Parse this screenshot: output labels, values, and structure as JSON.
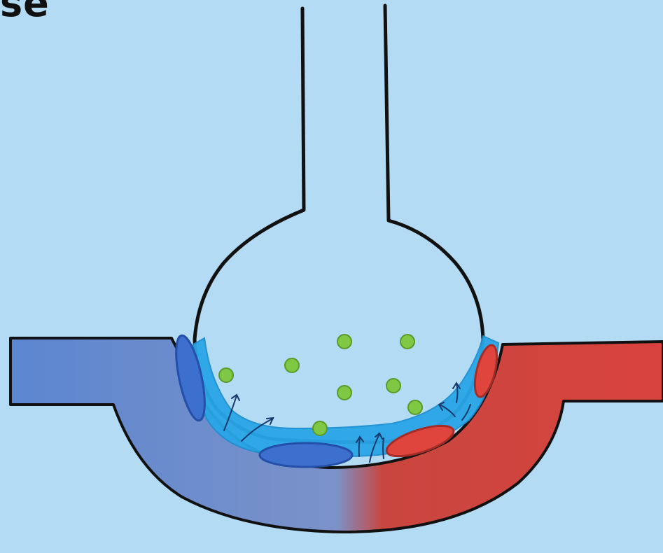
{
  "slide": {
    "title_fragment": "se"
  },
  "colors": {
    "background": "#b3dbf3",
    "outline": "#111111",
    "deoxygenated_blood": "#5b86cf",
    "oxygenated_blood": "#d9423e",
    "filtrate_layer": "#2aa6e8",
    "solute_particle": "#7ec843",
    "cell_blue": "#3d6fcf",
    "cell_red": "#e0453d"
  },
  "diagram": {
    "parts": [
      "renal-tubule",
      "bowmans-capsule",
      "glomerular-capillary",
      "afferent-vessel",
      "efferent-vessel",
      "filtration-arrows",
      "solute-particles",
      "endothelial-cells"
    ],
    "particle_count": 8,
    "arrow_count": 8
  }
}
